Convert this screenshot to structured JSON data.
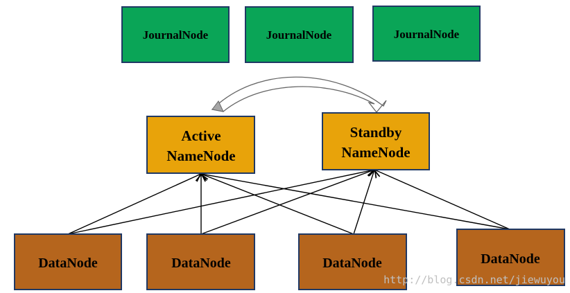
{
  "journal_nodes": [
    {
      "label": "JournalNode"
    },
    {
      "label": "JournalNode"
    },
    {
      "label": "JournalNode"
    }
  ],
  "active_namenode": {
    "line1": "Active",
    "line2": "NameNode"
  },
  "standby_namenode": {
    "line1": "Standby",
    "line2": "NameNode"
  },
  "data_nodes": [
    {
      "label": "DataNode"
    },
    {
      "label": "DataNode"
    },
    {
      "label": "DataNode"
    },
    {
      "label": "DataNode"
    }
  ],
  "watermark": "http://blog.csdn.net/jiewuyou",
  "colors": {
    "journal_fill": "#0aa557",
    "namenode_fill": "#e8a30a",
    "datanode_fill": "#b5651d",
    "border": "#1f3864"
  }
}
